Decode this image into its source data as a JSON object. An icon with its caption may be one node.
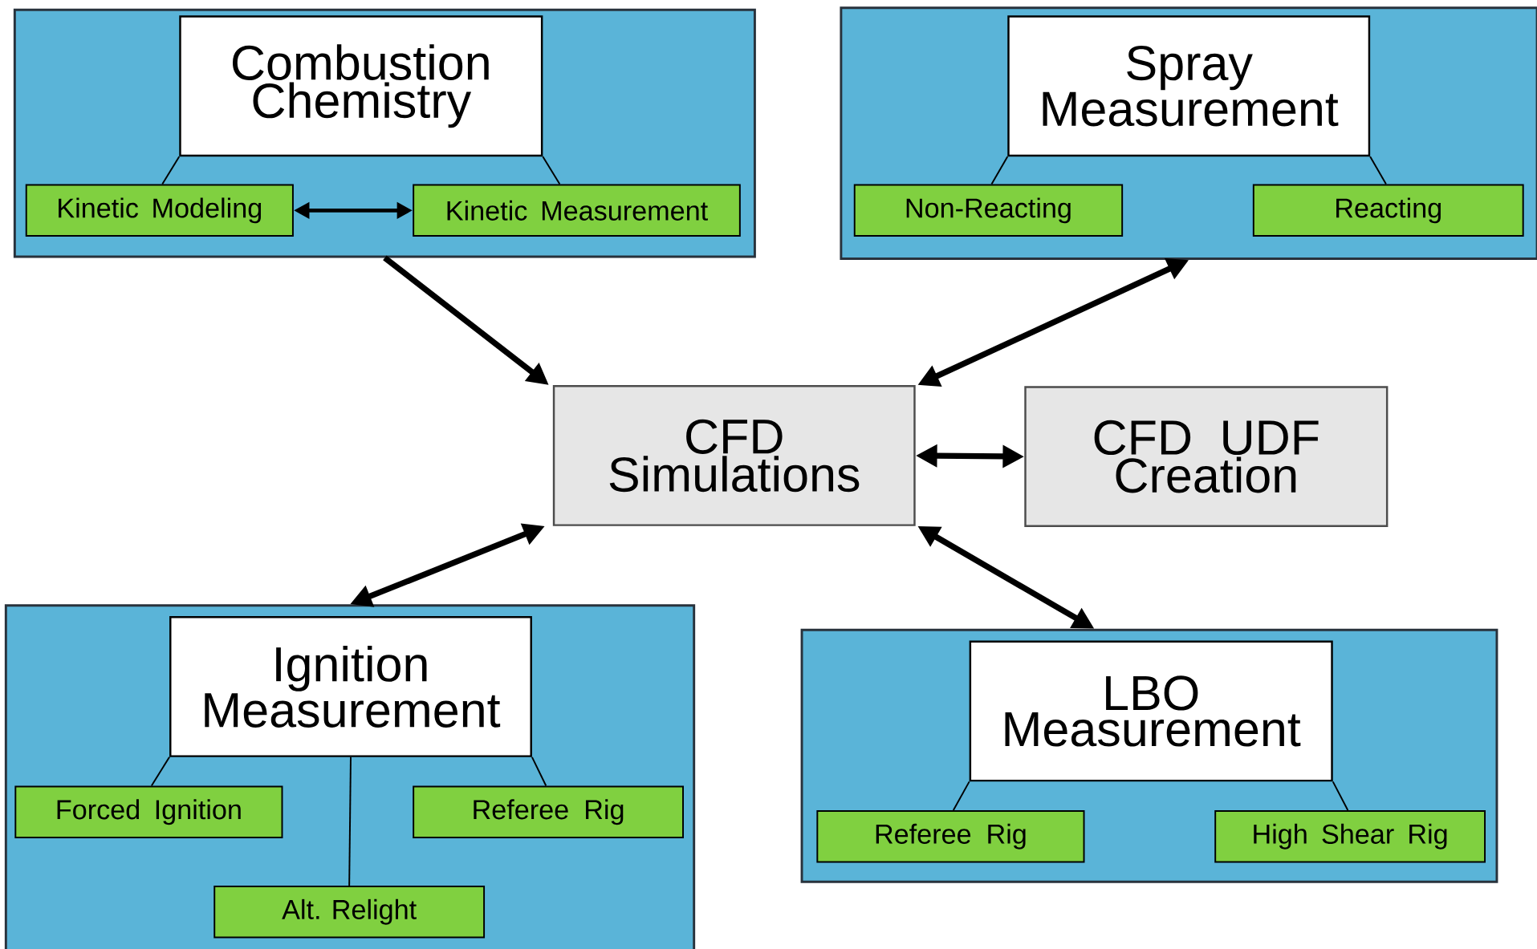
{
  "diagram": {
    "nodes": [
      {
        "text": [],
        "shape": "box"
      },
      {
        "text": [
          "Combustion Chemistry"
        ],
        "in": 0
      },
      {
        "text": [
          "Kinetic Modeling"
        ],
        "in": 0
      },
      {
        "text": [
          "Kinetic Measurement"
        ],
        "in": 0
      },
      {
        "text": [],
        "shape": "box"
      },
      {
        "text": [
          "Spray Measurement"
        ],
        "in": 4
      },
      {
        "text": [
          "Non-Reacting"
        ],
        "in": 4
      },
      {
        "text": [
          "Reacting"
        ],
        "in": 4
      },
      {
        "text": [
          "CFD Simulations"
        ]
      },
      {
        "text": [
          "CFD UDF Creation"
        ]
      },
      {
        "text": [],
        "shape": "box"
      },
      {
        "text": [
          "Ignition Measurement"
        ],
        "in": 10
      },
      {
        "text": [
          "Forced Ignition"
        ],
        "in": 10
      },
      {
        "text": [
          "Referee Rig"
        ],
        "in": 10
      },
      {
        "text": [
          "Alt. Relight"
        ],
        "in": 10
      },
      {
        "text": [],
        "shape": "box"
      },
      {
        "text": [
          "LBO Measurement"
        ],
        "in": 15
      },
      {
        "text": [
          "Referee Rig"
        ],
        "in": 15
      },
      {
        "text": [
          "High Shear Rig"
        ],
        "in": 15
      }
    ],
    "edges": [
      {
        "from": 1,
        "to": 2,
        "arrow": "none"
      },
      {
        "from": 1,
        "to": 3,
        "arrow": "none"
      },
      {
        "from": 2,
        "to": 3,
        "arrow": "both",
        "style": "thick"
      },
      {
        "from": 5,
        "to": 6,
        "arrow": "none"
      },
      {
        "from": 5,
        "to": 7,
        "arrow": "none"
      },
      {
        "from": 11,
        "to": 12,
        "arrow": "none"
      },
      {
        "from": 11,
        "to": 13,
        "arrow": "none"
      },
      {
        "from": 11,
        "to": 14,
        "arrow": "none"
      },
      {
        "from": 16,
        "to": 17,
        "arrow": "none"
      },
      {
        "from": 16,
        "to": 18,
        "arrow": "none"
      },
      {
        "from": 0,
        "to": 8,
        "arrow": "to",
        "style": "thick"
      },
      {
        "from": 4,
        "to": 8,
        "arrow": "both",
        "style": "thick"
      },
      {
        "from": 8,
        "to": 9,
        "arrow": "both",
        "style": "thick"
      },
      {
        "from": 10,
        "to": 8,
        "arrow": "both",
        "style": "thick"
      },
      {
        "from": 15,
        "to": 8,
        "arrow": "both",
        "style": "thick"
      }
    ]
  }
}
